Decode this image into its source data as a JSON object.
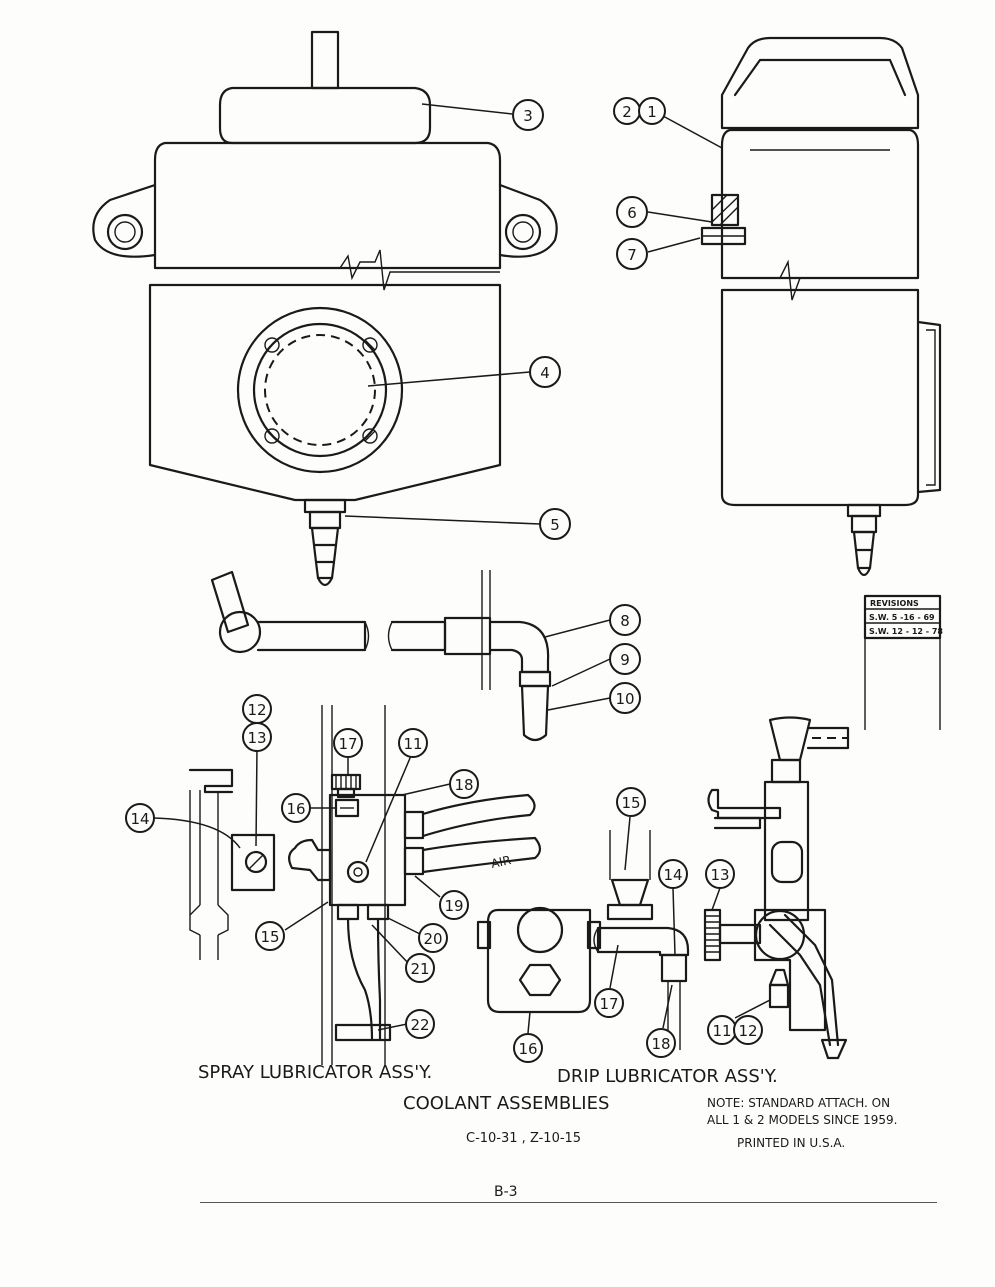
{
  "callouts": {
    "c3": "3",
    "c2": "2",
    "c1": "1",
    "c4": "4",
    "c5": "5",
    "c6": "6",
    "c7": "7",
    "c8": "8",
    "c9": "9",
    "c10": "10",
    "s12": "12",
    "s13": "13",
    "s14": "14",
    "s17": "17",
    "s11": "11",
    "s18": "18",
    "s16": "16",
    "s19": "19",
    "s15": "15",
    "s20": "20",
    "s21": "21",
    "s22": "22",
    "d15": "15",
    "d14": "14",
    "d13": "13",
    "d17": "17",
    "d18": "18",
    "d16": "16",
    "d11": "11",
    "d12": "12"
  },
  "hose_label": "AIR",
  "revisions": {
    "title": "REVISIONS",
    "entries": [
      "S.W. 5 -16 - 69",
      "S.W. 12 - 12 - 78"
    ]
  },
  "captions": {
    "spray": "SPRAY LUBRICATOR ASS'Y.",
    "drip": "DRIP LUBRICATOR ASS'Y.",
    "coolant": "COOLANT ASSEMBLIES",
    "note_line1": "NOTE: STANDARD ATTACH. ON",
    "note_line2": "ALL 1 & 2 MODELS SINCE 1959.",
    "part_numbers": "C-10-31 , Z-10-15",
    "printed": "PRINTED IN U.S.A.",
    "page": "B-3"
  }
}
